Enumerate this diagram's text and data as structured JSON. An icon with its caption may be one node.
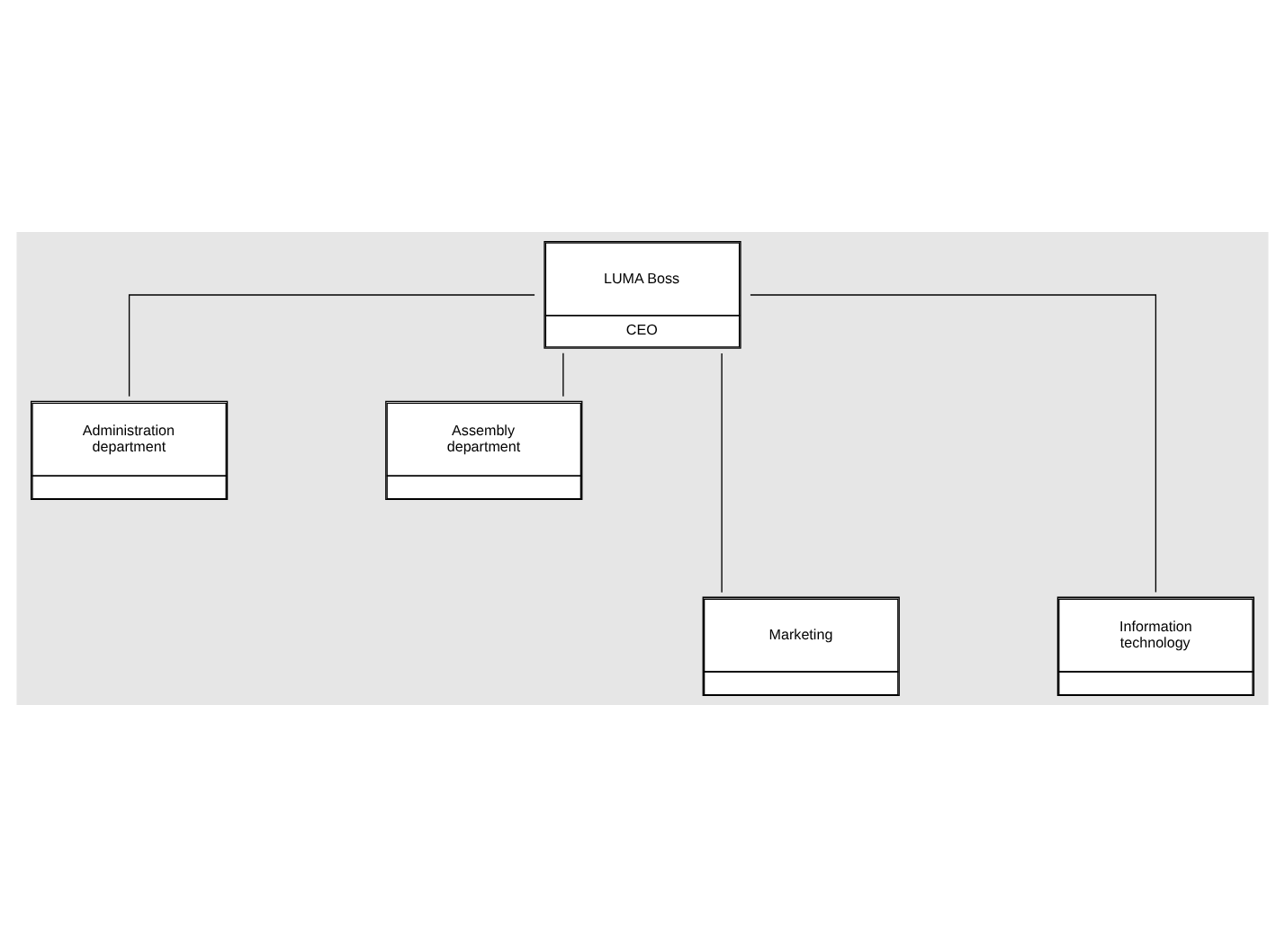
{
  "diagram": {
    "nodes": [
      {
        "text": [
          "LUMA Boss",
          "CEO"
        ]
      },
      {
        "text": [
          "Administration department"
        ]
      },
      {
        "text": [
          "Assembly department"
        ]
      },
      {
        "text": [
          "Marketing"
        ]
      },
      {
        "text": [
          "Information technology"
        ]
      }
    ],
    "edges": [
      {
        "from": 0,
        "to": 1,
        "arrow": "none"
      },
      {
        "from": 0,
        "to": 2,
        "arrow": "none"
      },
      {
        "from": 0,
        "to": 3,
        "arrow": "none"
      },
      {
        "from": 0,
        "to": 4,
        "arrow": "none"
      }
    ]
  }
}
